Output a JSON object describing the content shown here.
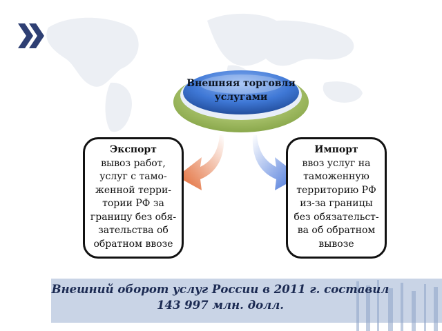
{
  "center": {
    "title_line1": "Внешняя торговля",
    "title_line2": "услугами"
  },
  "export": {
    "heading": "Экспорт",
    "lines": [
      "вывоз работ,",
      "услуг с тамо-",
      "женной терри-",
      "тории РФ за",
      "границу без обя-",
      "зательства об",
      "обратном ввозе"
    ]
  },
  "import": {
    "heading": "Импорт",
    "lines": [
      "ввоз услуг на",
      "таможенную",
      "территорию РФ",
      "из-за границы",
      "без обязательст-",
      "ва об обратном",
      "вывозе"
    ]
  },
  "footer": {
    "line1": "Внешний оборот услуг России в 2011 г. составил",
    "line2": "143 997 млн. долл."
  },
  "colors": {
    "export_arrow": "#e0622a",
    "import_arrow": "#3f6fd8",
    "center_blue": "#3f78d6",
    "center_green": "#a9c46a",
    "footer_band": "#c9d4e6",
    "logo": "#2e3f73"
  },
  "icons": {
    "logo": "double-chevron-icon",
    "background": "world-map-watermark"
  }
}
